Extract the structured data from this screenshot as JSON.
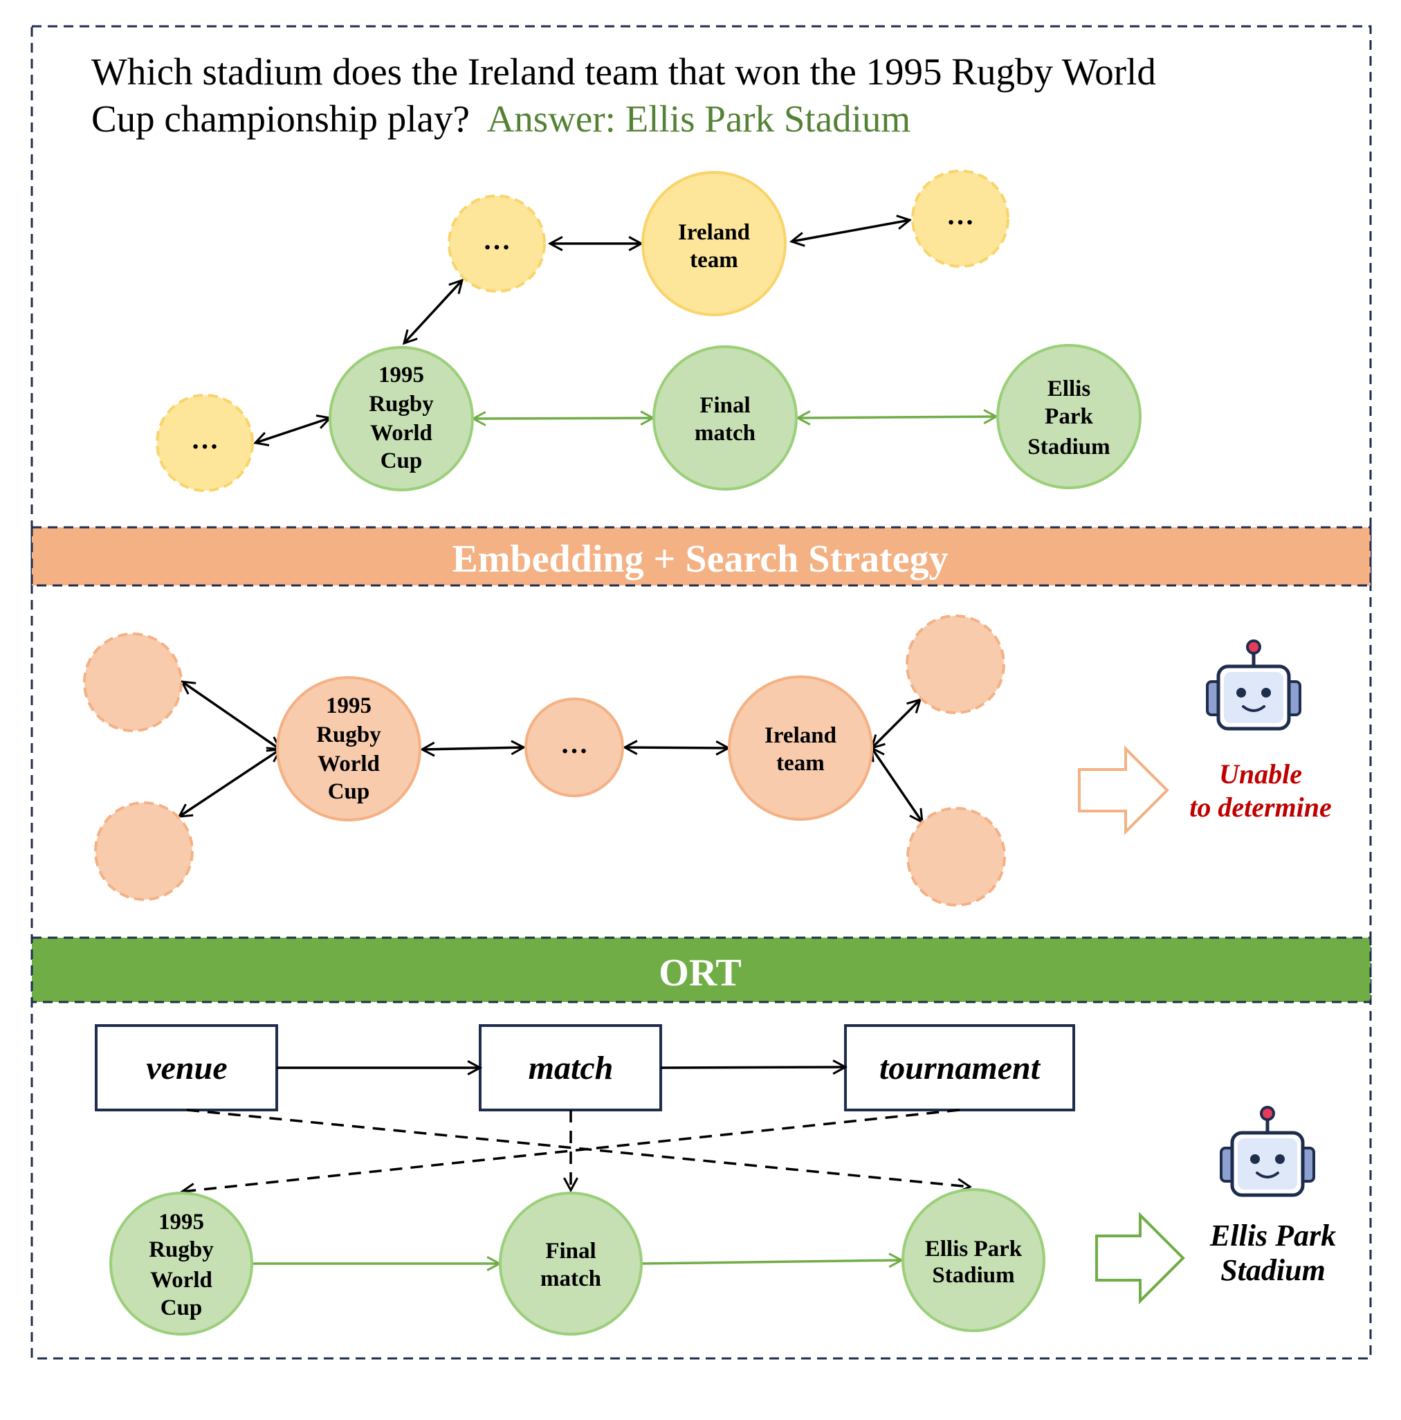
{
  "question": {
    "line1": "Which stadium does the Ireland team that won the 1995 Rugby World",
    "line2": "Cup championship play?",
    "answer": "Answer: Ellis Park Stadium"
  },
  "section1": {
    "nodes": {
      "ellipsis_a": "…",
      "ellipsis_b": "…",
      "ellipsis_c": "…",
      "ireland": [
        "Ireland",
        "team"
      ],
      "rwc": [
        "1995",
        "Rugby",
        "World",
        "Cup"
      ],
      "final": [
        "Final",
        "match"
      ],
      "ellis": [
        "Ellis",
        "Park",
        "Stadium"
      ]
    }
  },
  "banner1": "Embedding + Search Strategy",
  "section2": {
    "nodes": {
      "rwc": [
        "1995",
        "Rugby",
        "World",
        "Cup"
      ],
      "ellipsis": "…",
      "ireland": [
        "Ireland",
        "team"
      ]
    },
    "result": [
      "Unable",
      "to determine"
    ]
  },
  "banner2": "ORT",
  "section3": {
    "boxes": {
      "venue": "venue",
      "match": "match",
      "tournament": "tournament"
    },
    "nodes": {
      "rwc": [
        "1995",
        "Rugby",
        "World",
        "Cup"
      ],
      "final": [
        "Final",
        "match"
      ],
      "ellis": [
        "Ellis Park",
        "Stadium"
      ]
    },
    "result": [
      "Ellis Park",
      "Stadium"
    ]
  },
  "colors": {
    "yellow_fill": "#fde59a",
    "yellow_stroke": "#f9d46a",
    "green_fill": "#c6e0b4",
    "green_stroke": "#9bcf7a",
    "green_arrow": "#70ad47",
    "orange_fill": "#f8cbad",
    "orange_stroke": "#f4b183",
    "orange_banner": "#f4b183",
    "green_banner": "#70ad47",
    "answer_green": "#548235",
    "unable_red": "#c00000",
    "border_dash": "#1f2d4d"
  }
}
